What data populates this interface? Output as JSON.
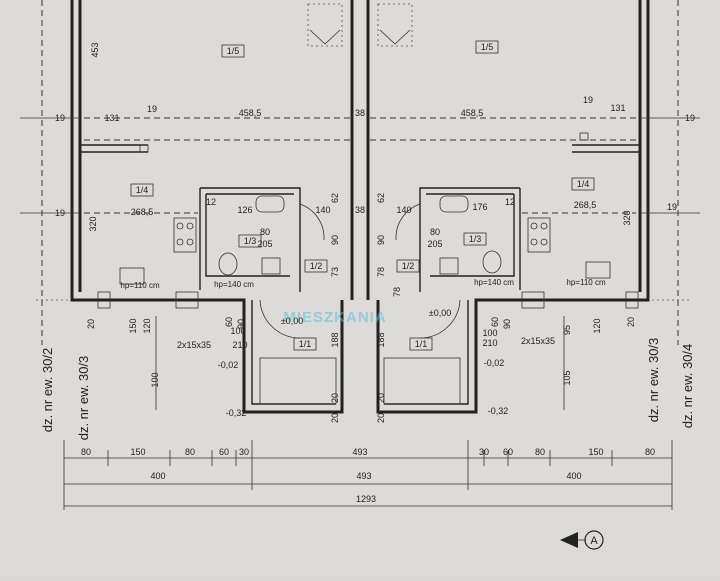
{
  "rooms": {
    "left_upper": "1/5",
    "right_upper": "1/5",
    "left_kitchen": "1/4",
    "right_kitchen": "1/4",
    "left_bath": "1/3",
    "right_bath": "1/3",
    "left_hall": "1/2",
    "right_hall": "1/2",
    "left_vestibule": "1/1",
    "right_vestibule": "1/1"
  },
  "dims": {
    "d453": "453",
    "d19a": "19",
    "d131a": "131",
    "d19b": "19",
    "d4585a": "458,5",
    "d38a": "38",
    "d4585b": "458,5",
    "d19c": "19",
    "d131b": "131",
    "d19d": "19",
    "d19e": "19",
    "d2685a": "268,5",
    "d38b": "38",
    "d140a": "140",
    "d140b": "140",
    "d2685b": "268,5",
    "d19f": "19",
    "d320a": "320",
    "d320b": "320",
    "d126a": "126",
    "d176b": "176",
    "d12a": "12",
    "d12b": "12",
    "d62a": "62",
    "d62b": "62",
    "d80a": "80",
    "d205a": "205",
    "d80b": "80",
    "d205b": "205",
    "d90a": "90",
    "d90b": "90",
    "d73": "73",
    "d78a": "78",
    "d78b": "78",
    "hp_a": "hp=110 cm",
    "hp_b": "hp=140 cm",
    "hp_c": "hp=140 cm",
    "hp_d": "hp=110 cm",
    "d20a": "20",
    "d150a": "150",
    "d120a": "120",
    "d60a": "60",
    "d90c": "90",
    "d60b": "60",
    "d90d": "90",
    "d95": "95",
    "d120b": "120",
    "d20b": "20",
    "lvl0a": "±0,00",
    "lvl0b": "±0,00",
    "stairs_a": "2x15x35",
    "stairs_b": "2x15x35",
    "d210a": "210",
    "d210b": "210",
    "d100a": "100",
    "d100b": "100",
    "d188a": "188",
    "d188b": "188",
    "lvl002a": "-0,02",
    "lvl002b": "-0,02",
    "d100c": "100",
    "d105": "105",
    "d20c": "20",
    "d20d": "20",
    "d20e": "20",
    "d20f": "20",
    "lvl032a": "-0,32",
    "lvl032b": "-0,32",
    "b80a": "80",
    "b150a": "150",
    "b80b": "80",
    "b60a": "60",
    "b30a": "30",
    "b493a": "493",
    "b30b": "30",
    "b60b": "60",
    "b80c": "80",
    "b150b": "150",
    "b80d": "80",
    "b400a": "400",
    "b493b": "493",
    "b400b": "400",
    "b1293": "1293"
  },
  "parcels": {
    "p1": "dz. nr ew. 30/2",
    "p2": "dz. nr ew. 30/3",
    "p3": "dz. nr ew. 30/3",
    "p4": "dz. nr ew. 30/4"
  },
  "axis_marker": "A",
  "watermark": "MIESZKANIA"
}
